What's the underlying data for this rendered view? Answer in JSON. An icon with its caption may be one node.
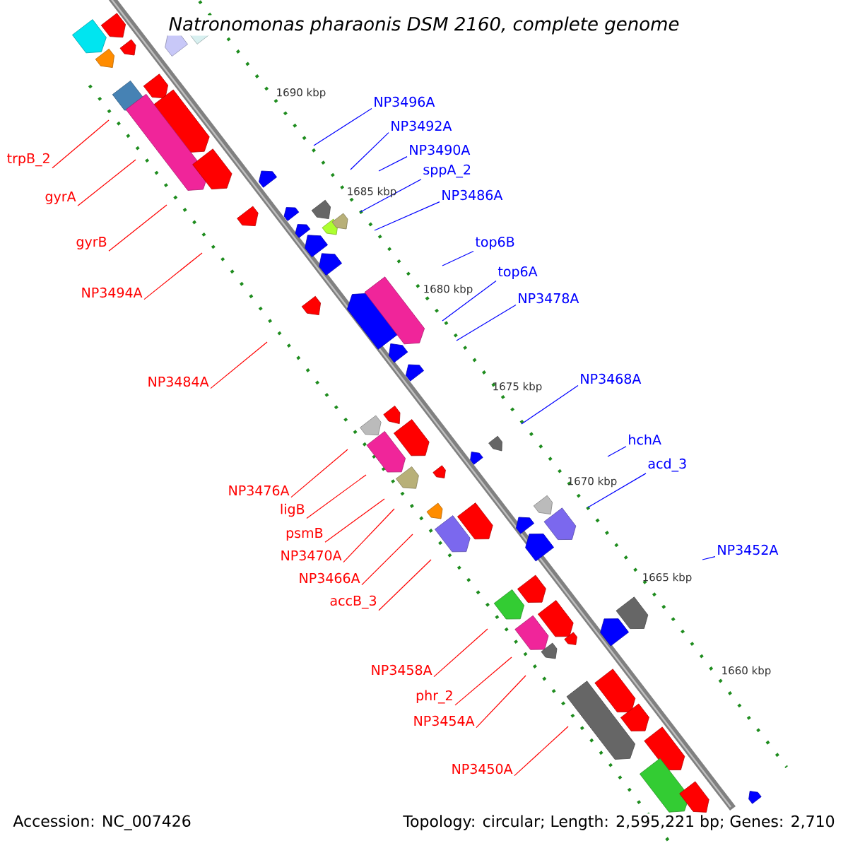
{
  "diagram": {
    "title": "Natronomonas pharaonis DSM 2160, complete genome",
    "nodes": [
      {
        "text": [
          "NP3496A"
        ]
      },
      {
        "text": [
          "NP3492A"
        ]
      },
      {
        "text": [
          "NP3490A"
        ]
      },
      {
        "text": [
          "trpB_2"
        ]
      },
      {
        "text": [
          "sppA_2"
        ]
      },
      {
        "text": [
          "NP3486A"
        ]
      },
      {
        "text": [
          "gyrA"
        ]
      },
      {
        "text": [
          "gyrB"
        ]
      },
      {
        "text": [
          "top6B"
        ]
      },
      {
        "text": [
          "top6A"
        ]
      },
      {
        "text": [
          "NP3494A"
        ]
      },
      {
        "text": [
          "NP3478A"
        ]
      },
      {
        "text": [
          "NP3468A"
        ]
      },
      {
        "text": [
          "NP3484A"
        ]
      },
      {
        "text": [
          "hchA"
        ]
      },
      {
        "text": [
          "acd_3"
        ]
      },
      {
        "text": [
          "NP3476A"
        ]
      },
      {
        "text": [
          "ligB"
        ]
      },
      {
        "text": [
          "psmB"
        ]
      },
      {
        "text": [
          "NP3452A"
        ]
      },
      {
        "text": [
          "NP3470A"
        ]
      },
      {
        "text": [
          "NP3466A"
        ]
      },
      {
        "text": [
          "accB_3"
        ]
      },
      {
        "text": [
          "NP3458A"
        ]
      },
      {
        "text": [
          "phr_2"
        ]
      },
      {
        "text": [
          "NP3454A"
        ]
      },
      {
        "text": [
          "NP3450A"
        ]
      }
    ],
    "edges": [
      {
        "from": 0,
        "to": null,
        "arrow": "none",
        "color": "#0000ff"
      },
      {
        "from": 1,
        "to": null,
        "arrow": "none",
        "color": "#0000ff"
      },
      {
        "from": 2,
        "to": null,
        "arrow": "none",
        "color": "#0000ff"
      },
      {
        "from": 3,
        "to": null,
        "arrow": "none",
        "color": "#ff0000"
      },
      {
        "from": 4,
        "to": null,
        "arrow": "none",
        "color": "#0000ff"
      },
      {
        "from": 5,
        "to": null,
        "arrow": "none",
        "color": "#0000ff"
      },
      {
        "from": 6,
        "to": null,
        "arrow": "none",
        "color": "#ff0000"
      },
      {
        "from": 7,
        "to": null,
        "arrow": "none",
        "color": "#ff0000"
      },
      {
        "from": 8,
        "to": null,
        "arrow": "none",
        "color": "#0000ff"
      },
      {
        "from": 9,
        "to": null,
        "arrow": "none",
        "color": "#0000ff"
      },
      {
        "from": 10,
        "to": null,
        "arrow": "none",
        "color": "#ff0000"
      },
      {
        "from": 11,
        "to": null,
        "arrow": "none",
        "color": "#0000ff"
      },
      {
        "from": 12,
        "to": null,
        "arrow": "none",
        "color": "#0000ff"
      },
      {
        "from": 13,
        "to": null,
        "arrow": "none",
        "color": "#ff0000"
      },
      {
        "from": 14,
        "to": null,
        "arrow": "none",
        "color": "#0000ff"
      },
      {
        "from": 15,
        "to": null,
        "arrow": "none",
        "color": "#0000ff"
      },
      {
        "from": 16,
        "to": null,
        "arrow": "none",
        "color": "#ff0000"
      },
      {
        "from": 17,
        "to": null,
        "arrow": "none",
        "color": "#ff0000"
      },
      {
        "from": 18,
        "to": null,
        "arrow": "none",
        "color": "#ff0000"
      },
      {
        "from": 19,
        "to": null,
        "arrow": "none",
        "color": "#0000ff"
      },
      {
        "from": 20,
        "to": null,
        "arrow": "none",
        "color": "#ff0000"
      },
      {
        "from": 21,
        "to": null,
        "arrow": "none",
        "color": "#ff0000"
      },
      {
        "from": 22,
        "to": null,
        "arrow": "none",
        "color": "#ff0000"
      },
      {
        "from": 23,
        "to": null,
        "arrow": "none",
        "color": "#ff0000"
      },
      {
        "from": 24,
        "to": null,
        "arrow": "none",
        "color": "#ff0000"
      },
      {
        "from": 25,
        "to": null,
        "arrow": "none",
        "color": "#ff0000"
      },
      {
        "from": 26,
        "to": null,
        "arrow": "none",
        "color": "#ff0000"
      }
    ],
    "labels": [
      "1690 kbp",
      "1685 kbp",
      "1680 kbp",
      "1675 kbp",
      "1670 kbp",
      "1665 kbp",
      "1660 kbp",
      "Accession: NC_007426",
      "Topology: circular; Length: 2,595,221 bp; Genes: 2,710"
    ]
  }
}
